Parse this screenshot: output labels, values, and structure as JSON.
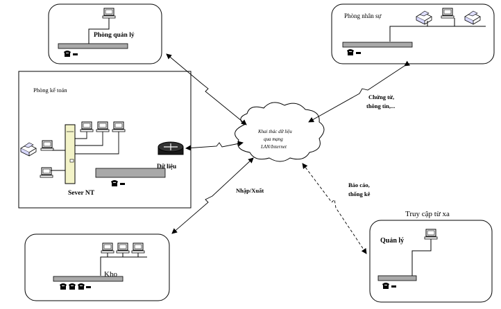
{
  "nodes": {
    "management_room": {
      "label": "Phòng quản lý"
    },
    "hr_room": {
      "label": "Phòng nhân sự"
    },
    "accounting_room": {
      "label": "Phòng kế toán",
      "server_label": "Sever NT"
    },
    "cloud": {
      "label_lines": [
        "Khai thác dữ liệu",
        "qua mạng",
        "LAN/Internet"
      ]
    },
    "router": {
      "label": "Dữ liệu"
    },
    "warehouse": {
      "label": "Kho"
    },
    "remote": {
      "caption": "Truy cập từ xa",
      "label": "Quản lý"
    }
  },
  "edges": {
    "hr_link": {
      "label_lines": [
        "Chứng từ,",
        "thông tin,..."
      ]
    },
    "warehouse_link": {
      "label": "Nhập/Xuất"
    },
    "remote_link": {
      "label_lines": [
        "Báo cáo,",
        "thống kê"
      ]
    }
  },
  "colors": {
    "line": "#000000",
    "device_fill": "#a9a9a9",
    "cloud_fill": "#ffffff"
  }
}
